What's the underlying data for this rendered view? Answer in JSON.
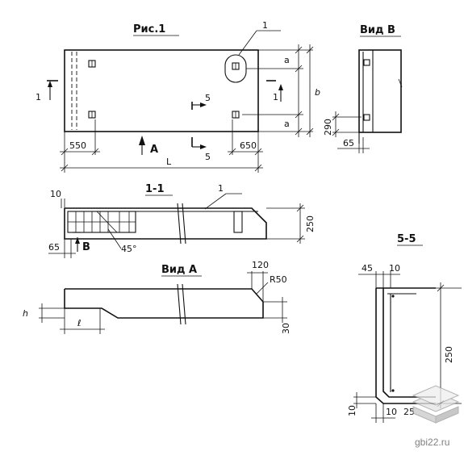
{
  "titles": {
    "fig": "Рис.1",
    "view_b": "Вид В",
    "section_11": "1-1",
    "view_a": "Вид А",
    "section_55": "5-5"
  },
  "plan": {
    "callout": "1",
    "dim_a_top": "a",
    "dim_a_bottom": "a",
    "dim_b": "b",
    "dim_left": "550",
    "dim_right": "650",
    "dim_length": "L",
    "view_arrow": "A",
    "cut_1": "1",
    "cut_1b": "1",
    "cut_5_top": "5",
    "cut_5_bottom": "5"
  },
  "view_b": {
    "dim_290": "290",
    "dim_65": "65"
  },
  "section_11": {
    "callout": "1",
    "dim_10": "10",
    "dim_65": "65",
    "dim_250": "250",
    "angle": "45°",
    "view_arrow": "B"
  },
  "view_a": {
    "dim_120": "120",
    "radius": "R50",
    "dim_h": "h",
    "dim_l": "ℓ",
    "dim_30": "30"
  },
  "section_55": {
    "dim_45": "45",
    "dim_10_top": "10",
    "dim_250": "250",
    "dim_10_bl": "10",
    "dim_10_bb": "10",
    "dim_25": "25"
  },
  "watermark": "gbi22.ru"
}
